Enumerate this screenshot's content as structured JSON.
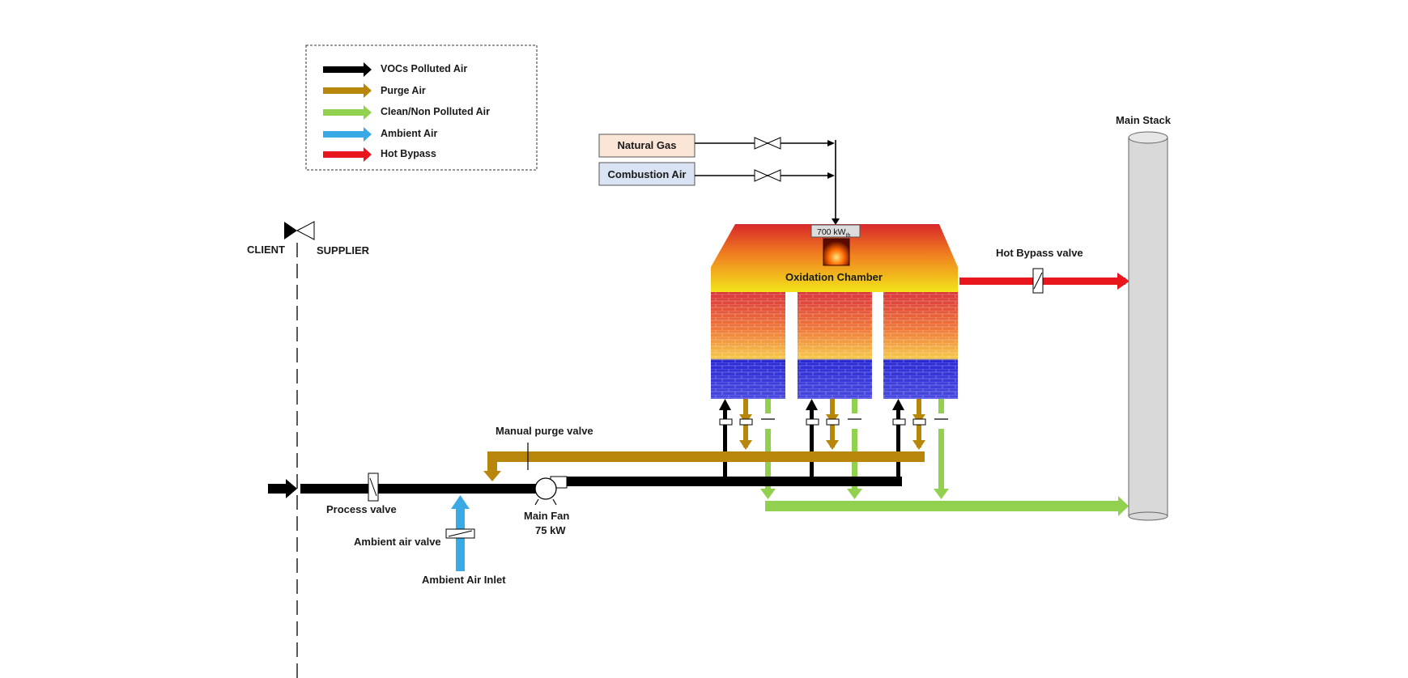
{
  "legend": {
    "items": [
      {
        "label": "VOCs Polluted Air",
        "color": "#000000"
      },
      {
        "label": "Purge Air",
        "color": "#b8860b"
      },
      {
        "label": "Clean/Non Polluted Air",
        "color": "#92d050"
      },
      {
        "label": "Ambient Air",
        "color": "#3aaae6"
      },
      {
        "label": "Hot Bypass",
        "color": "#e8171e"
      }
    ]
  },
  "boundary": {
    "client": "CLIENT",
    "supplier": "SUPPLIER"
  },
  "inputs": {
    "natural_gas": "Natural Gas",
    "combustion_air": "Combustion Air"
  },
  "burner": {
    "power": "700 kW",
    "power_sub": "th"
  },
  "chamber": {
    "label": "Oxidation Chamber"
  },
  "stack": {
    "label": "Main Stack"
  },
  "valves": {
    "hot_bypass": "Hot Bypass valve",
    "manual_purge": "Manual purge valve",
    "process": "Process valve",
    "ambient": "Ambient air valve"
  },
  "fan": {
    "name": "Main Fan",
    "power": "75 kW"
  },
  "ambient_inlet": "Ambient Air Inlet",
  "colors": {
    "voc": "#000000",
    "purge": "#b8860b",
    "clean": "#92d050",
    "ambient": "#3aaae6",
    "bypass": "#e8171e",
    "gas_box": "#fbe5d6",
    "air_box": "#dae3f3",
    "stack": "#d9d9d9"
  }
}
